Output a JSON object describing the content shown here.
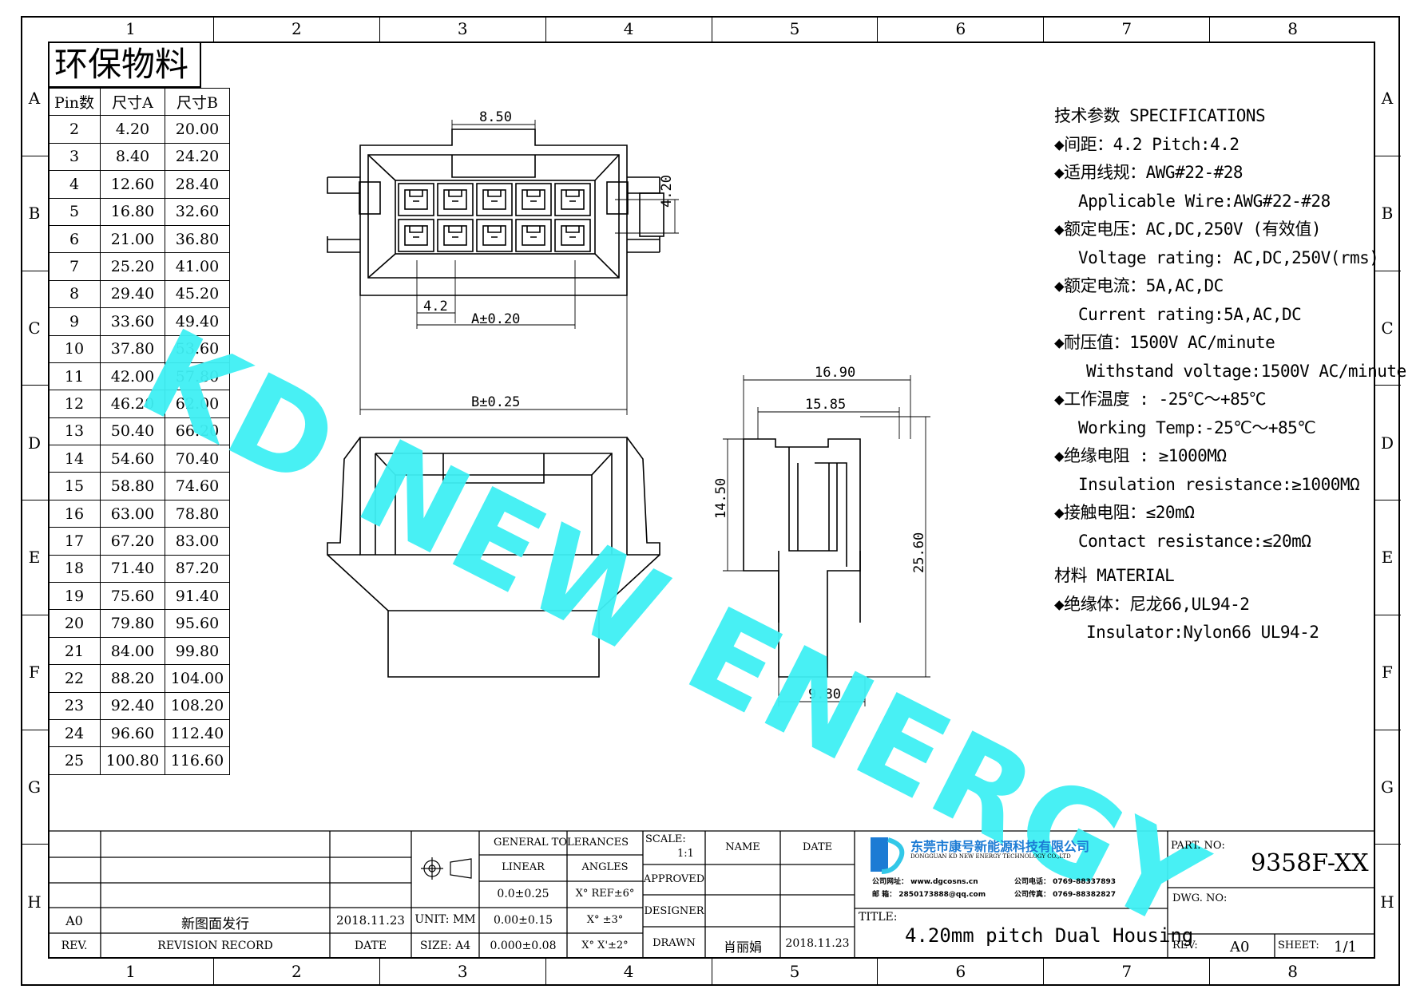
{
  "zones_x": [
    "1",
    "2",
    "3",
    "4",
    "5",
    "6",
    "7",
    "8"
  ],
  "zones_y": [
    "A",
    "B",
    "C",
    "D",
    "E",
    "F",
    "G",
    "H"
  ],
  "badge": "环保物料",
  "pin_table": {
    "headers": [
      "Pin数",
      "尺寸A",
      "尺寸B"
    ],
    "rows": [
      [
        "2",
        "4.20",
        "20.00"
      ],
      [
        "3",
        "8.40",
        "24.20"
      ],
      [
        "4",
        "12.60",
        "28.40"
      ],
      [
        "5",
        "16.80",
        "32.60"
      ],
      [
        "6",
        "21.00",
        "36.80"
      ],
      [
        "7",
        "25.20",
        "41.00"
      ],
      [
        "8",
        "29.40",
        "45.20"
      ],
      [
        "9",
        "33.60",
        "49.40"
      ],
      [
        "10",
        "37.80",
        "53.60"
      ],
      [
        "11",
        "42.00",
        "57.80"
      ],
      [
        "12",
        "46.20",
        "62.00"
      ],
      [
        "13",
        "50.40",
        "66.20"
      ],
      [
        "14",
        "54.60",
        "70.40"
      ],
      [
        "15",
        "58.80",
        "74.60"
      ],
      [
        "16",
        "63.00",
        "78.80"
      ],
      [
        "17",
        "67.20",
        "83.00"
      ],
      [
        "18",
        "71.40",
        "87.20"
      ],
      [
        "19",
        "75.60",
        "91.40"
      ],
      [
        "20",
        "79.80",
        "95.60"
      ],
      [
        "21",
        "84.00",
        "99.80"
      ],
      [
        "22",
        "88.20",
        "104.00"
      ],
      [
        "23",
        "92.40",
        "108.20"
      ],
      [
        "24",
        "96.60",
        "112.40"
      ],
      [
        "25",
        "100.80",
        "116.60"
      ]
    ]
  },
  "dimensions": {
    "top_width": "8.50",
    "row_pitch": "4.20",
    "pitch": "4.2",
    "dim_a": "A±0.20",
    "dim_b": "B±0.25",
    "side_overall": "16.90",
    "side_inner": "15.85",
    "side_height_upper": "14.50",
    "side_height_total": "25.60",
    "side_bottom": "9.80"
  },
  "watermark": "KD NEW ENERGY",
  "specs": {
    "title": "技术参数  SPECIFICATIONS",
    "lines": [
      {
        "text": "◆间距：4.2       Pitch:4.2",
        "indent": ""
      },
      {
        "text": "◆适用线规：AWG#22-#28",
        "indent": ""
      },
      {
        "text": "Applicable Wire:AWG#22-#28",
        "indent": "in"
      },
      {
        "text": "◆额定电压：AC,DC,250V (有效值)",
        "indent": ""
      },
      {
        "text": "Voltage rating: AC,DC,250V(rms)",
        "indent": "in"
      },
      {
        "text": "◆额定电流：5A,AC,DC",
        "indent": ""
      },
      {
        "text": "Current rating:5A,AC,DC",
        "indent": "in"
      },
      {
        "text": "◆耐压值：1500V AC/minute",
        "indent": ""
      },
      {
        "text": "Withstand voltage:1500V AC/minute",
        "indent": "in2"
      },
      {
        "text": "◆工作温度 : -25℃～+85℃",
        "indent": ""
      },
      {
        "text": "Working Temp:-25℃～+85℃",
        "indent": "in"
      },
      {
        "text": "◆绝缘电阻 : ≥1000MΩ",
        "indent": ""
      },
      {
        "text": "Insulation resistance:≥1000MΩ",
        "indent": "in"
      },
      {
        "text": "◆接触电阻：≤20mΩ",
        "indent": ""
      },
      {
        "text": "Contact resistance:≤20mΩ",
        "indent": "in"
      }
    ],
    "material_title": "材料  MATERIAL",
    "material_lines": [
      {
        "text": "◆绝缘体：尼龙66,UL94-2",
        "indent": ""
      },
      {
        "text": "Insulator:Nylon66 UL94-2",
        "indent": "in2"
      }
    ]
  },
  "title_block": {
    "rev_value": "A0",
    "revision_entry": "新图面发行",
    "revision_date": "2018.11.23",
    "rev_label": "REV.",
    "revision_record_label": "REVISION RECORD",
    "date_label": "DATE",
    "unit": "UNIT: MM",
    "size": "SIZE: A4",
    "general_tolerances": "GENERAL TOLERANCES",
    "linear": "LINEAR",
    "angles": "ANGLES",
    "tol_linear": [
      "0.0±0.25",
      "0.00±0.15",
      "0.000±0.08"
    ],
    "tol_angles": [
      "X° REF±6°",
      "X° ±3°",
      "X° X'±2°"
    ],
    "scale_label": "SCALE:",
    "scale_value": "1:1",
    "name_label": "NAME",
    "date_col_label": "DATE",
    "approved": "APPROVED",
    "designer": "DESIGNER",
    "drawn": "DRAWN",
    "drawn_name": "肖丽娟",
    "drawn_date": "2018.11.23",
    "company_cn": "东莞市康号新能源科技有限公司",
    "company_en": "DONGGUAN KD NEW ENERGY TECHNOLOGY CO.,LTD",
    "website_label": "公司网址：",
    "website": "www.dgcosns.cn",
    "phone_label": "公司电话：",
    "phone": "0769-88337893",
    "email_label": "邮    箱：",
    "email": "2850173888@qq.com",
    "fax_label": "公司传真：",
    "fax": "0769-88382827",
    "title_label": "TITLE:",
    "title": "4.20mm pitch Dual Housing",
    "part_no_label": "PART. NO:",
    "part_no": "9358F-XX",
    "dwg_no_label": "DWG. NO:",
    "rev_label2": "REV:",
    "rev_value2": "A0",
    "sheet_label": "SHEET:",
    "sheet_value": "1/1"
  }
}
